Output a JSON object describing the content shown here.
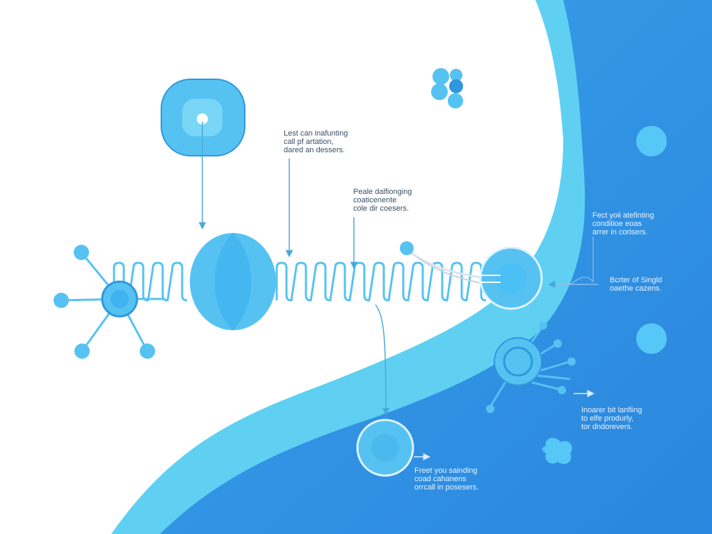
{
  "colors": {
    "background": "#ffffff",
    "wave_light": "#5fd0f2",
    "wave_deep": "#2d8ee3",
    "element": "#56c2f2",
    "element_dark": "#2f97dc",
    "line": "#4aa8dc",
    "caption_dark": "#3a4f66",
    "caption_light": "#eaf4ff"
  },
  "captions": [
    {
      "lines": [
        "Lest can inafunting",
        "call pf artation,",
        "dared an dessers."
      ]
    },
    {
      "lines": [
        "Peale dalfionging",
        "coaticenente",
        "cole dir coesers."
      ]
    },
    {
      "lines": [
        "Fect yoii atefinting",
        "conditioe eoas",
        "arrer in corisers."
      ]
    },
    {
      "lines": [
        "Bcrter of Singld",
        "oaethe cazens."
      ]
    },
    {
      "lines": [
        "Inoarer bit lanfiing",
        "to elfe produrly,",
        "tor dndorevers."
      ]
    },
    {
      "lines": [
        "Freet you sainding",
        "coad cahanens",
        "orrcall in posesers."
      ]
    }
  ]
}
